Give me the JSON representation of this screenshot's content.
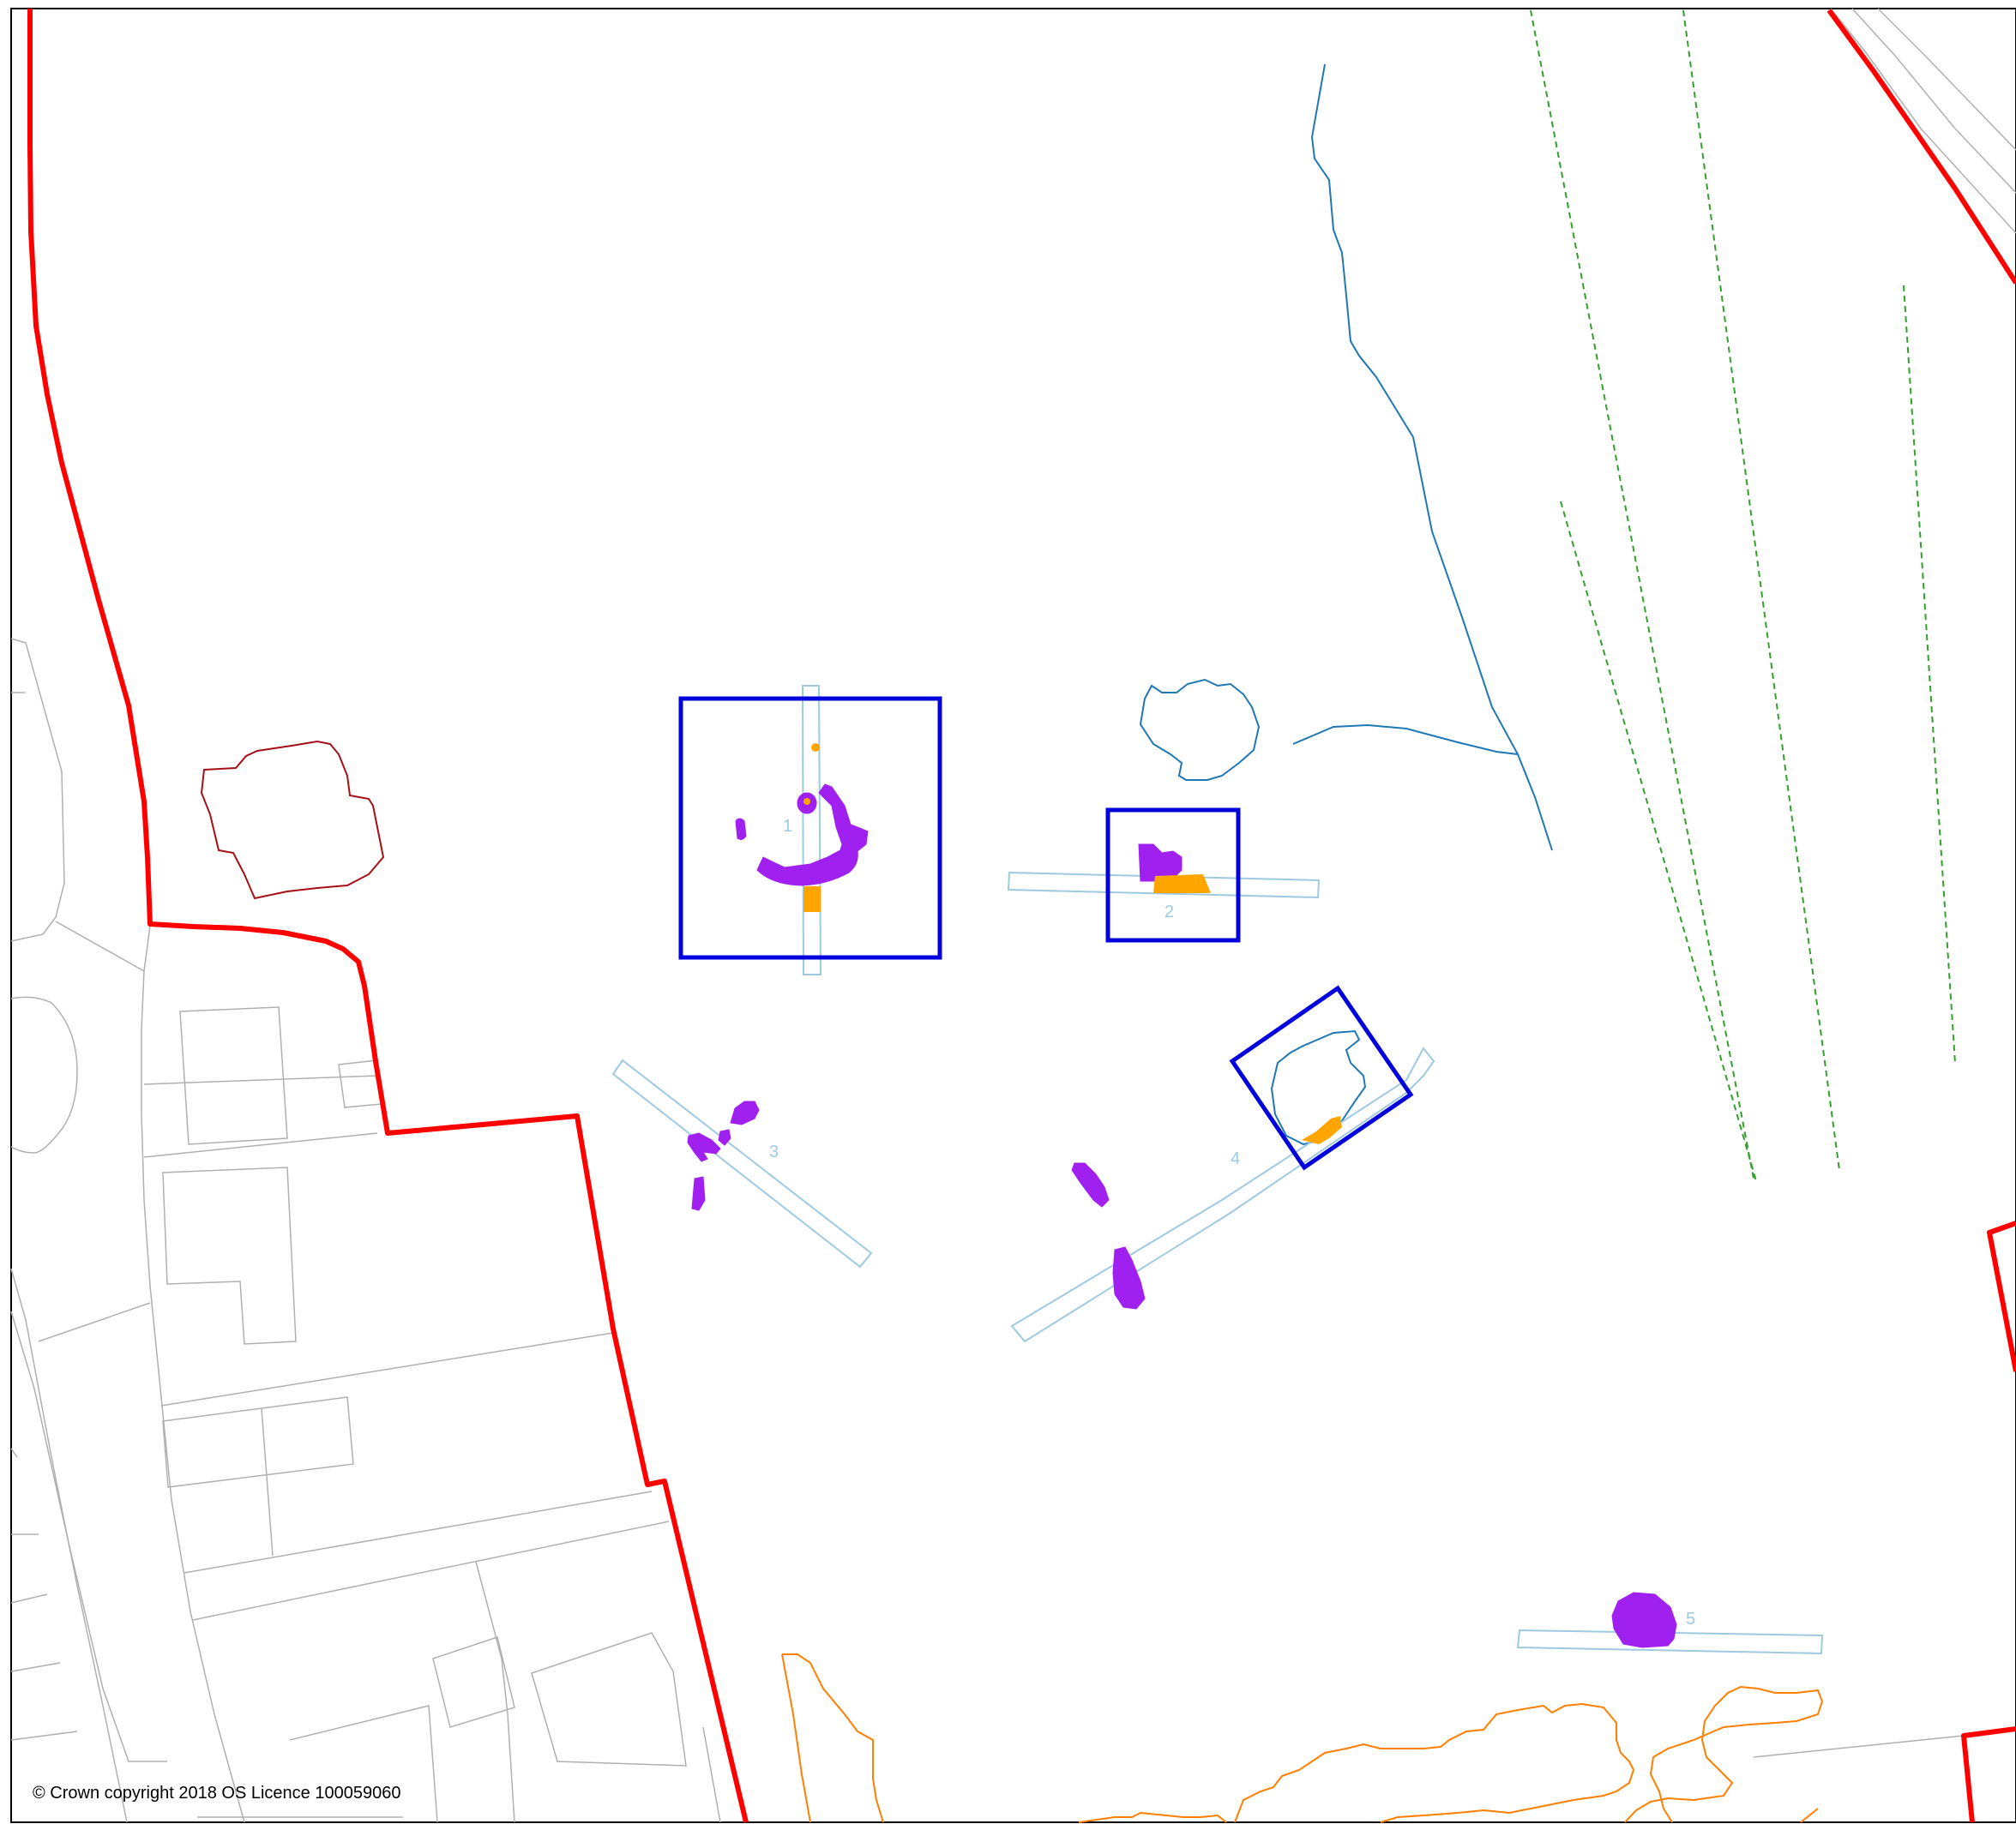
{
  "colors": {
    "site_boundary": "#ff0000",
    "excavation_area": "#0000dd",
    "trench_outline": "#9ecae1",
    "trench_label": "#9ecae1",
    "feature_primary": "#a020f0",
    "feature_secondary": "#ffa500",
    "watercourse": "#1f78b4",
    "cropmark_line": "#33a02c",
    "contour_line": "#ff7f00",
    "mapping_line": "#b0b0b0",
    "enclosure_line": "#a50f15"
  },
  "trenches": [
    {
      "label": "1"
    },
    {
      "label": "2"
    },
    {
      "label": "3"
    },
    {
      "label": "4"
    },
    {
      "label": "5"
    }
  ],
  "copyright": "© Crown copyright 2018 OS Licence 100059060"
}
